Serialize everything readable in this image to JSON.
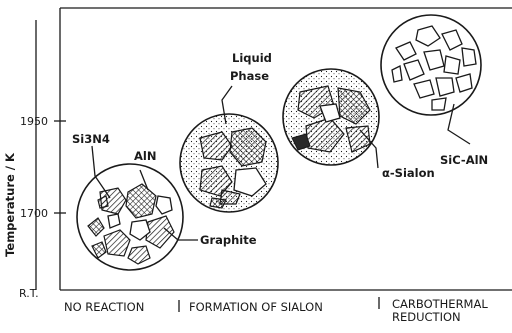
{
  "axis": {
    "y_label": "Temperature / K",
    "ticks": [
      "1950",
      "1700",
      "R.T."
    ]
  },
  "stages": [
    {
      "label": "NO REACTION"
    },
    {
      "label": "FORMATION OF SIALON"
    },
    {
      "label_line1": "CARBOTHERMAL",
      "label_line2": "REDUCTION"
    }
  ],
  "labels": {
    "si3n4": "Si3N4",
    "aln": "AlN",
    "graphite": "Graphite",
    "liquid_line1": "Liquid",
    "liquid_line2": "Phase",
    "sialon": "α-Sialon",
    "sic_aln": "SiC-AlN"
  },
  "colors": {
    "ink": "#1a1a1a",
    "background": "#ffffff"
  }
}
